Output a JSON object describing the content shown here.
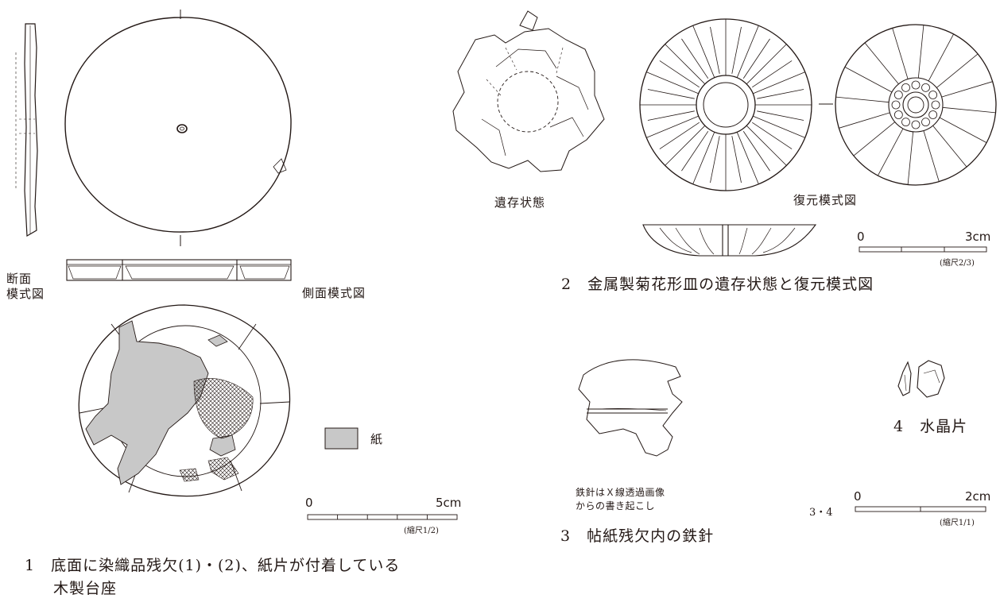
{
  "figure1": {
    "section_label": "断面",
    "section_label_2": "模式図",
    "side_view_label": "側面模式図",
    "legend_paper": "紙",
    "scale": {
      "zero": "0",
      "max": "5cm",
      "ratio": "(縮尺1/2)"
    },
    "caption_line1": "1　底面に染織品残欠(1)・(2)、紙片が付着している",
    "caption_line2": "木製台座"
  },
  "figure2": {
    "state_label": "遺存状態",
    "reconstruction_label": "復元模式図",
    "scale": {
      "zero": "0",
      "max": "3cm",
      "ratio": "(縮尺2/3)"
    },
    "caption": "2　金属製菊花形皿の遺存状態と復元模式図"
  },
  "figure3": {
    "note_line1": "鉄針はＸ線透過画像",
    "note_line2": "からの書き起こし",
    "caption": "3　帖紙残欠内の鉄針"
  },
  "figure4": {
    "caption": "4　水晶片",
    "scale_prefix": "3・4",
    "scale": {
      "zero": "0",
      "max": "2cm",
      "ratio": "(縮尺1/1)"
    }
  },
  "colors": {
    "ink": "#231815",
    "paper_fill": "#c8c8c8"
  }
}
